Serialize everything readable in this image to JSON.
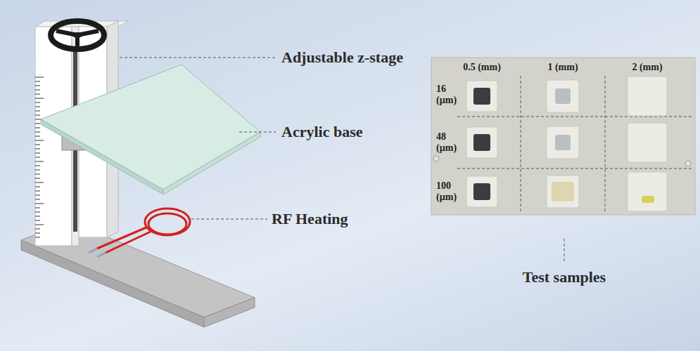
{
  "diagram": {
    "labels": [
      "Adjustable z-stage",
      "Acrylic base",
      "RF Heating",
      "0.5 (mm)",
      "1 (mm)",
      "2 (mm)",
      "16 (µm)",
      "48 (µm)",
      "100 (µm)",
      "Test samples"
    ]
  }
}
